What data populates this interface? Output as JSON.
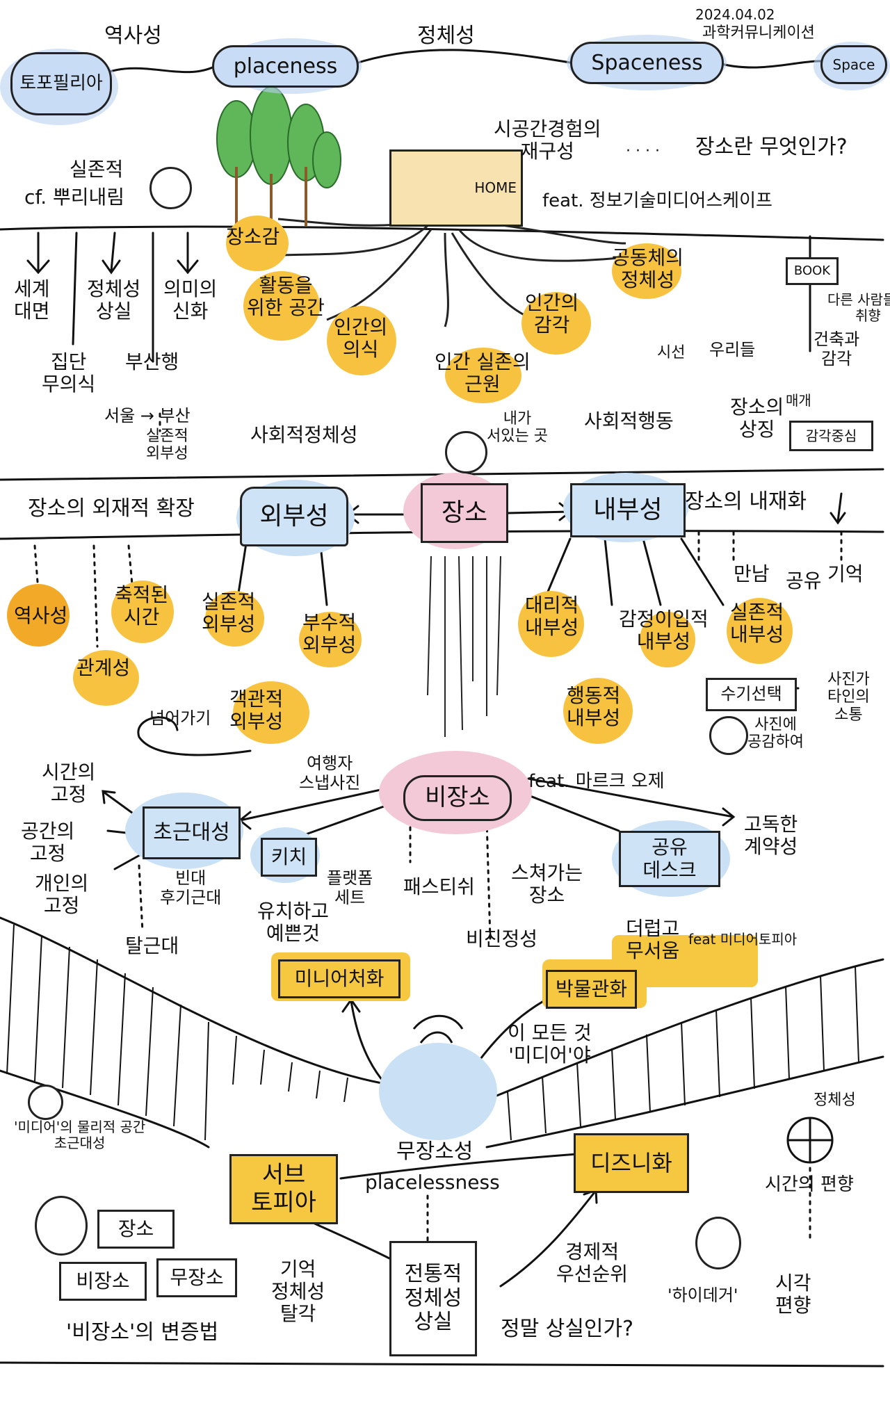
{
  "header": {
    "date": "2024.04.02",
    "course": "과학커뮤니케이션",
    "topophilia": "토포필리아",
    "historicity": "역사성",
    "placeness": "placeness",
    "identity": "정체성",
    "spaceness": "Spaceness",
    "space": "Space"
  },
  "top_section": {
    "existential": "실존적",
    "rootedness": "cf. 뿌리내림",
    "spatial_exp": "시공간경험의\n재구성",
    "dots": "· · · ·",
    "what_is_place": "장소란 무엇인가?",
    "home": "HOME",
    "feat_media": "feat. 정보기술미디어스케이프",
    "world": "세계\n대면",
    "identity_loss": "정체성\n상실",
    "meaning": "의미의\n신화",
    "collective": "집단\n무의식",
    "busan": "부산행",
    "seoul_busan": "서울 → 부산",
    "exist_outside": "실존적\n외부성",
    "sense_place": "장소감",
    "space_for_act": "활동을\n위한 공간",
    "human_conscious": "인간의\n의식",
    "community": "공동체의\n정체성",
    "human_sense": "인간의\n감각",
    "exist_origin": "인간 실존의\n근원",
    "gaze": "시선",
    "where_i_stand": "내가\n서있는 곳",
    "we": "우리들",
    "book": "BOOK",
    "other_tastes": "다른 사람들의\n취향",
    "sense_arch": "건축과\n감각",
    "place_symbol": "장소의\n상징",
    "medium": "매개",
    "sense_center": "감각중심"
  },
  "middle_section": {
    "social_identity": "사회적정체성",
    "social_action": "사회적행동",
    "place": "장소",
    "outside": "외부성",
    "inside": "내부성",
    "outer_expand": "장소의 외재적 확장",
    "inner_inter": "장소의 내재화",
    "inner_items": [
      "만남",
      "공유",
      "기억"
    ],
    "historicity": "역사성",
    "accum_time": "축적된\n시간",
    "relation": "관계성",
    "exist_out": "실존적\n외부성",
    "incidental_out": "부수적\n외부성",
    "vicarious_in": "대리적\n내부성",
    "empathic_in": "감정이입적\n내부성",
    "exist_in": "실존적\n내부성",
    "behavioral_in": "행동적\n내부성",
    "objective_out": "객관적\n외부성",
    "overcome": "넘어가기",
    "hand_choice": "수기선택",
    "photo_other": "사진가\n타인의\n소통",
    "photo_empathy": "사진에\n공감하여"
  },
  "nonplace_section": {
    "traveler": "여행자\n스냅사진",
    "nonplace": "비장소",
    "feat_auge": "feat. 마르크 오제",
    "loneliness": "고독한\n계약성",
    "time_dimension": "시간의\n고정",
    "space_dimension": "공간의\n고정",
    "hypermodern": "초근대성",
    "kitsch": "키치",
    "personal_fix": "개인의\n고정",
    "bindae": "빈대\n후기근대",
    "platform": "플랫폼\n세트",
    "pastiche": "패스티쉬",
    "passing": "스쳐가는\n장소",
    "desk": "공유\n데스크",
    "desk_note": "더럽고\n무서움",
    "feat_media2": "feat 미디어토피아",
    "cute": "유치하고\n예쁜것",
    "depth": "탈근대",
    "inauthentic": "비진정성"
  },
  "bottom_section": {
    "museumize": "박물관화",
    "miniaturize": "미니어처화",
    "all_media": "이 모든 것\n'미디어'야",
    "media_ambig": "'미디어'의 물리적 공간\n초근대성",
    "placelessness_kr": "무장소성",
    "placelessness": "placelessness",
    "subtopia": "서브\n토피아",
    "disneyfy": "디즈니화",
    "place_label": "장소",
    "nonplace_label": "비장소",
    "noplace_label": "무장소",
    "dialectic": "'비장소'의 변증법",
    "memory_loss": "기억\n정체성\n탈각",
    "tradition_loss": "전통적\n정체성\n상실",
    "efficiency": "경제적\n우선순위",
    "really_lost": "정말 상실인가?",
    "heidegger": "'하이데거'",
    "identity2": "정체성",
    "time_space": "시간의 편향",
    "visual_bias": "시각\n편향"
  }
}
